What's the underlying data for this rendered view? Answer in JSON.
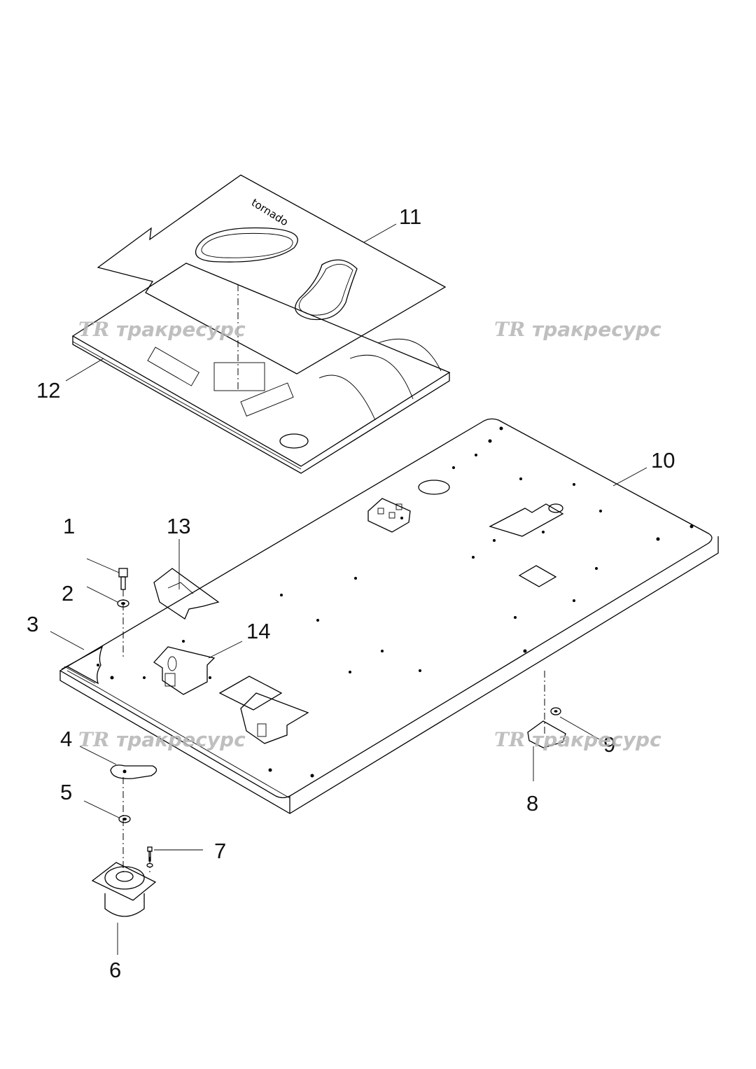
{
  "diagram": {
    "callouts": [
      {
        "id": 1,
        "label": "1"
      },
      {
        "id": 2,
        "label": "2"
      },
      {
        "id": 3,
        "label": "3"
      },
      {
        "id": 4,
        "label": "4"
      },
      {
        "id": 5,
        "label": "5"
      },
      {
        "id": 6,
        "label": "6"
      },
      {
        "id": 7,
        "label": "7"
      },
      {
        "id": 8,
        "label": "8"
      },
      {
        "id": 9,
        "label": "9"
      },
      {
        "id": 10,
        "label": "10"
      },
      {
        "id": 11,
        "label": "11"
      },
      {
        "id": 12,
        "label": "12"
      },
      {
        "id": 13,
        "label": "13"
      },
      {
        "id": 14,
        "label": "14"
      }
    ],
    "watermark": {
      "logo": "TR",
      "text": "тракресурс",
      "color": "#b5b5b5"
    },
    "mat_brand_text": "tornado"
  }
}
